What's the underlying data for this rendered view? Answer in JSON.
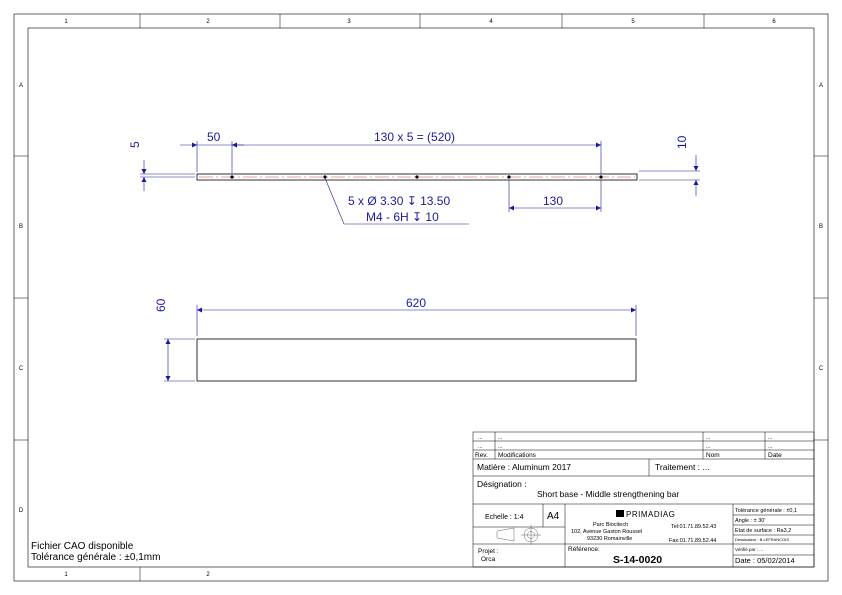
{
  "border": {
    "columns_top": [
      "1",
      "2",
      "3",
      "4",
      "5",
      "6"
    ],
    "columns_bottom": [
      "1",
      "2"
    ],
    "rows": [
      "A",
      "B",
      "C",
      "D"
    ]
  },
  "drawing": {
    "dim_50": "50",
    "dim_pitch": "130 x 5 = (520)",
    "dim_5": "5",
    "dim_10": "10",
    "dim_130": "130",
    "hole_callout_1": "5 x Ø 3.30 ↧ 13.50",
    "hole_callout_2": "M4 - 6H ↧ 10",
    "dim_620": "620",
    "dim_60": "60"
  },
  "notes": {
    "cad_file": "Fichier CAO disponible",
    "tolerance": "Tolérance générale : ±0,1mm"
  },
  "title_block": {
    "rev_rows": [
      {
        "rev": "...",
        "modif": "...",
        "nom": "...",
        "date": "..."
      },
      {
        "rev": "...",
        "modif": "...",
        "nom": "...",
        "date": "..."
      }
    ],
    "header": {
      "rev": "Rev.",
      "modif": "Modifications",
      "nom": "Nom",
      "date": "Date"
    },
    "matiere": "Matière : Aluminum 2017",
    "traitement": "Traitement : ...",
    "designation_label": "Désignation :",
    "designation": "Short base - Middle strengthening bar",
    "echelle": "Echelle : 1:4",
    "format": "A4",
    "company": "PRIMADIAG",
    "address": [
      "Parc Biocitech",
      "102, Avenue Gaston Roussel",
      "93230 Romainville"
    ],
    "tel": "Tel:01.71.89.52.43",
    "fax": "Fax:01.71.89.52.44",
    "tol_gen": "Tolérance générale : ±0,1",
    "angle": "Angle : ± 30'",
    "surface": "Etat de surface : Ra3,2",
    "dessinateur": "Dessinateur : B.LEFRANCOIS",
    "verifie": "Vérifié par : ...",
    "projet_label": "Projet :",
    "projet": "Orca",
    "reference_label": "Référence:",
    "reference": "S-14-0020",
    "date": "Date : 05/02/2014"
  }
}
